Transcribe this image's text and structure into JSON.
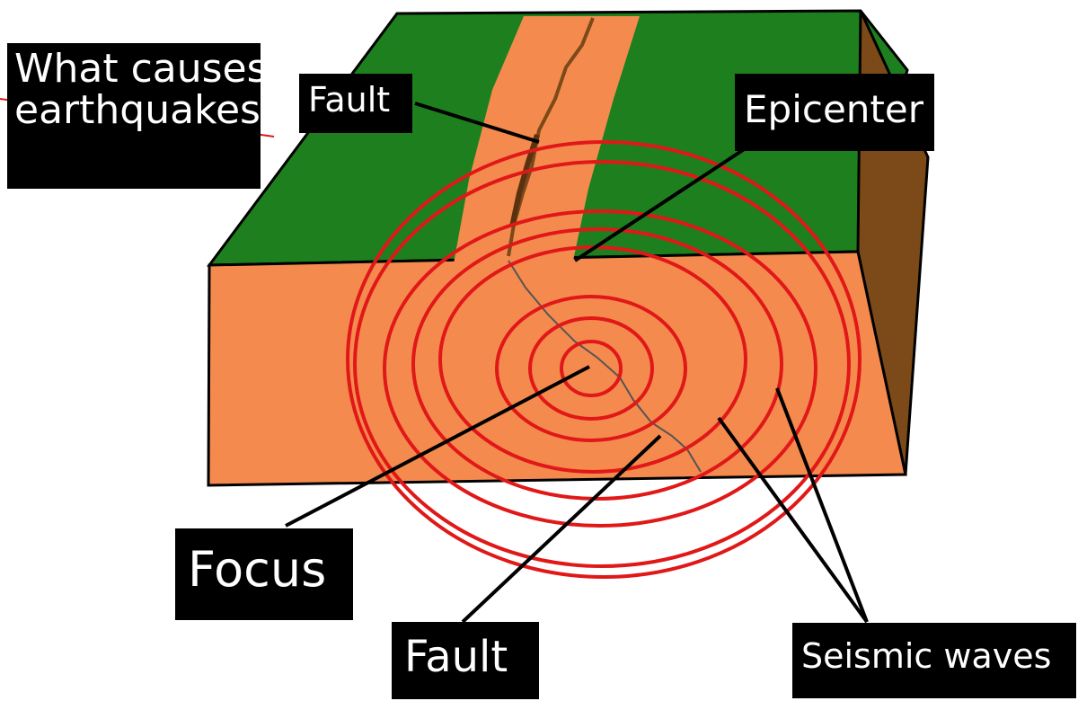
{
  "title": {
    "line1": "What causes",
    "line2": "earthquakes"
  },
  "labels": {
    "fault_top": "Fault",
    "epicenter": "Epicenter",
    "focus": "Focus",
    "fault_bottom": "Fault",
    "seismic_waves": "Seismic waves"
  },
  "colors": {
    "surface": "#1e7f1e",
    "block_front": "#f58a4e",
    "block_side": "#7b4a18",
    "fault_strip": "#f58a4e",
    "wave_rings": "#e01818",
    "label_background": "#000000",
    "label_text": "#ffffff"
  }
}
